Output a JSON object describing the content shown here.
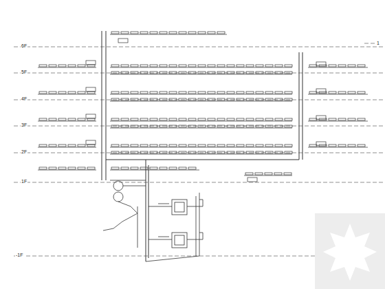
{
  "diagram": {
    "labels": [
      "6F",
      "5F",
      "4F",
      "3F",
      "2F",
      "1F",
      "-1F",
      "1"
    ]
  }
}
